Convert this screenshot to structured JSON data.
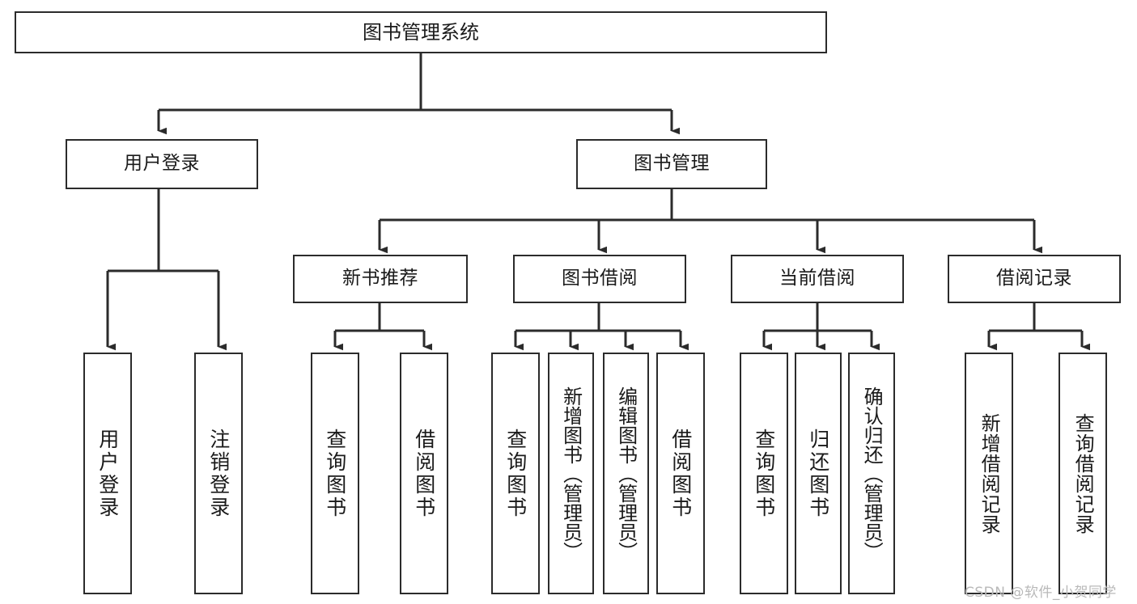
{
  "diagram": {
    "type": "tree-hierarchy",
    "title": "图书管理系统",
    "orientation": "top-down",
    "colors": {
      "stroke": "#2b2b2b",
      "fill": "#ffffff",
      "text": "#1a1a1a",
      "watermark": "#b9b9b9"
    },
    "watermark": "CSDN @软件_小贺同学",
    "nodes": {
      "root": {
        "label": "图书管理系统",
        "level": 1
      },
      "l2": [
        {
          "id": "user-login",
          "label": "用户登录",
          "level": 2
        },
        {
          "id": "book-manage",
          "label": "图书管理",
          "level": 2
        }
      ],
      "l3": [
        {
          "id": "new-book-recommend",
          "label": "新书推荐",
          "level": 3,
          "parent": "book-manage"
        },
        {
          "id": "book-borrow",
          "label": "图书借阅",
          "level": 3,
          "parent": "book-manage"
        },
        {
          "id": "current-borrow",
          "label": "当前借阅",
          "level": 3,
          "parent": "book-manage"
        },
        {
          "id": "borrow-record",
          "label": "借阅记录",
          "level": 3,
          "parent": "book-manage"
        }
      ],
      "leaves": [
        {
          "id": "leaf-user-login",
          "label": "用户登录",
          "parent": "user-login"
        },
        {
          "id": "leaf-logout-login",
          "label": "注销登录",
          "parent": "user-login"
        },
        {
          "id": "leaf-query-book-1",
          "label": "查询图书",
          "parent": "new-book-recommend"
        },
        {
          "id": "leaf-borrow-book-1",
          "label": "借阅图书",
          "parent": "new-book-recommend"
        },
        {
          "id": "leaf-query-book-2",
          "label": "查询图书",
          "parent": "book-borrow"
        },
        {
          "id": "leaf-add-book",
          "label": "新增图书（管理员）",
          "parent": "book-borrow"
        },
        {
          "id": "leaf-edit-book",
          "label": "编辑图书（管理员）",
          "parent": "book-borrow"
        },
        {
          "id": "leaf-borrow-book-2",
          "label": "借阅图书",
          "parent": "book-borrow"
        },
        {
          "id": "leaf-query-book-3",
          "label": "查询图书",
          "parent": "current-borrow"
        },
        {
          "id": "leaf-return-book",
          "label": "归还图书",
          "parent": "current-borrow"
        },
        {
          "id": "leaf-confirm-return",
          "label": "确认归还（管理员）",
          "parent": "current-borrow"
        },
        {
          "id": "leaf-add-record",
          "label": "新增借阅记录",
          "parent": "borrow-record"
        },
        {
          "id": "leaf-query-record",
          "label": "查询借阅记录",
          "parent": "borrow-record"
        }
      ]
    }
  }
}
